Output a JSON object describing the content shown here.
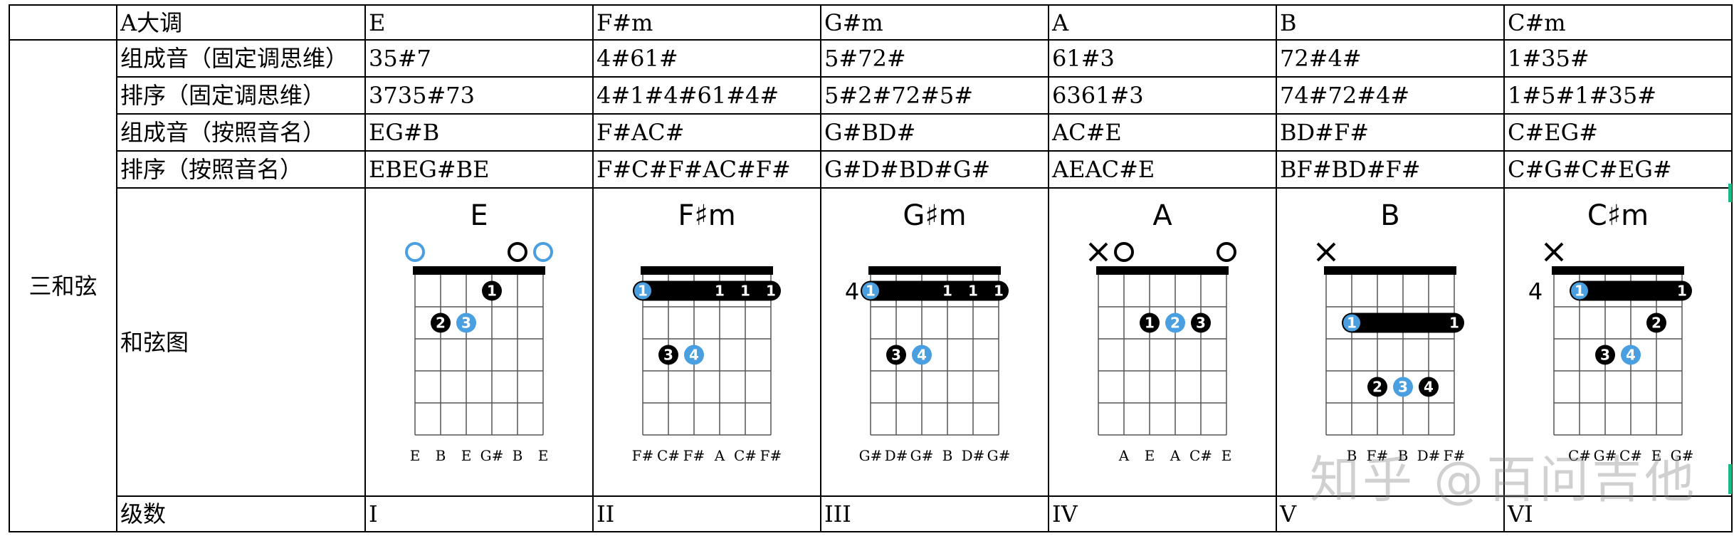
{
  "table": {
    "header_corner": "",
    "key_label": "A大调",
    "chords": [
      "E",
      "F#m",
      "G#m",
      "A",
      "B",
      "C#m"
    ],
    "group_label": "三和弦",
    "rows": [
      {
        "label": "组成音（固定调思维）",
        "values": [
          "35#7",
          "4#61#",
          "5#72#",
          "61#3",
          "72#4#",
          "1#35#"
        ]
      },
      {
        "label": "排序（固定调思维）",
        "values": [
          "3735#73",
          "4#1#4#61#4#",
          "5#2#72#5#",
          "6361#3",
          "74#72#4#",
          "1#5#1#35#"
        ]
      },
      {
        "label": "组成音（按照音名）",
        "values": [
          "EG#B",
          "F#AC#",
          "G#BD#",
          "AC#E",
          "BD#F#",
          "C#EG#"
        ]
      },
      {
        "label": "排序（按照音名）",
        "values": [
          "EBEG#BE",
          "F#C#F#AC#F#",
          "G#D#BD#G#",
          "AEAC#E",
          "BF#BD#F#",
          "C#G#C#EG#"
        ]
      }
    ],
    "diagram_row_label": "和弦图",
    "degree_row_label": "级数",
    "degrees": [
      "I",
      "II",
      "III",
      "IV",
      "V",
      "VI"
    ]
  },
  "diagrams": [
    {
      "name": "E",
      "fret_label": "",
      "top": [
        "o",
        "",
        "",
        "",
        "o",
        "o"
      ],
      "barres": [],
      "dots": [
        {
          "s": 3,
          "f": 1,
          "n": "1",
          "c": "black"
        },
        {
          "s": 1,
          "f": 2,
          "n": "2",
          "c": "black"
        },
        {
          "s": 2,
          "f": 2,
          "n": "3",
          "c": "blue"
        }
      ],
      "bottom": [
        "E",
        "B",
        "E",
        "G#",
        "B",
        "E"
      ]
    },
    {
      "name": "F♯m",
      "fret_label": "",
      "top": [
        "",
        "",
        "",
        "",
        "",
        ""
      ],
      "barres": [
        {
          "f": 1,
          "from": 0,
          "to": 5,
          "n": "1",
          "inner": [
            "1",
            "1"
          ]
        }
      ],
      "dots": [
        {
          "s": 1,
          "f": 3,
          "n": "3",
          "c": "black"
        },
        {
          "s": 2,
          "f": 3,
          "n": "4",
          "c": "blue"
        }
      ],
      "bottom": [
        "F#",
        "C#",
        "F#",
        "A",
        "C#",
        "F#"
      ]
    },
    {
      "name": "G♯m",
      "fret_label": "4",
      "top": [
        "",
        "",
        "",
        "",
        "",
        ""
      ],
      "barres": [
        {
          "f": 1,
          "from": 0,
          "to": 5,
          "n": "1",
          "inner": [
            "1",
            "1"
          ]
        }
      ],
      "dots": [
        {
          "s": 1,
          "f": 3,
          "n": "3",
          "c": "black"
        },
        {
          "s": 2,
          "f": 3,
          "n": "4",
          "c": "blue"
        }
      ],
      "bottom": [
        "G#",
        "D#",
        "G#",
        "B",
        "D#",
        "G#"
      ]
    },
    {
      "name": "A",
      "fret_label": "",
      "top": [
        "x",
        "o",
        "",
        "",
        "",
        "o"
      ],
      "barres": [],
      "dots": [
        {
          "s": 2,
          "f": 2,
          "n": "1",
          "c": "black"
        },
        {
          "s": 3,
          "f": 2,
          "n": "2",
          "c": "blue"
        },
        {
          "s": 4,
          "f": 2,
          "n": "3",
          "c": "black"
        }
      ],
      "bottom": [
        "",
        "A",
        "E",
        "A",
        "C#",
        "E"
      ]
    },
    {
      "name": "B",
      "fret_label": "",
      "top": [
        "x",
        "",
        "",
        "",
        "",
        ""
      ],
      "barres": [
        {
          "f": 2,
          "from": 1,
          "to": 5,
          "n": "1",
          "inner": []
        }
      ],
      "dots": [
        {
          "s": 2,
          "f": 4,
          "n": "2",
          "c": "black"
        },
        {
          "s": 3,
          "f": 4,
          "n": "3",
          "c": "blue"
        },
        {
          "s": 4,
          "f": 4,
          "n": "4",
          "c": "black"
        }
      ],
      "bottom": [
        "",
        "B",
        "F#",
        "B",
        "D#",
        "F#"
      ]
    },
    {
      "name": "C♯m",
      "fret_label": "4",
      "top": [
        "x",
        "",
        "",
        "",
        "",
        ""
      ],
      "barres": [
        {
          "f": 1,
          "from": 1,
          "to": 5,
          "n": "1",
          "inner": []
        }
      ],
      "dots": [
        {
          "s": 4,
          "f": 2,
          "n": "2",
          "c": "black"
        },
        {
          "s": 2,
          "f": 3,
          "n": "3",
          "c": "black"
        },
        {
          "s": 3,
          "f": 3,
          "n": "4",
          "c": "blue"
        }
      ],
      "bottom": [
        "",
        "C#",
        "G#",
        "C#",
        "E",
        "G#"
      ]
    }
  ],
  "watermark": "知乎 @百问吉他",
  "colors": {
    "blue_dot": "#4a9fe0",
    "black_dot": "#000000",
    "accent_bar": "#19b98a"
  }
}
